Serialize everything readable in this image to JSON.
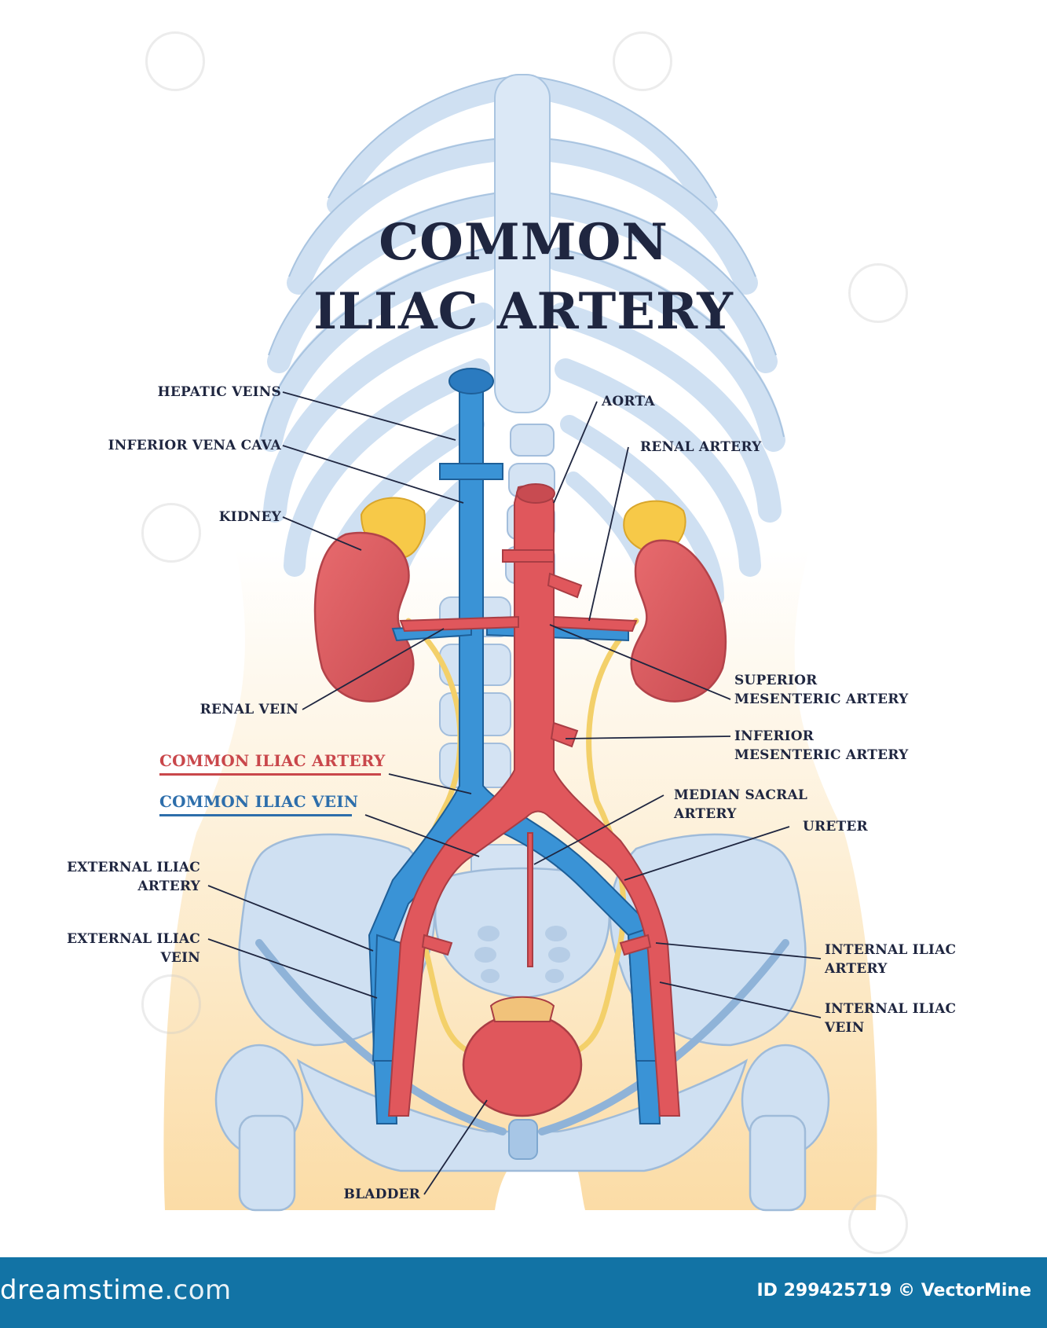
{
  "title": {
    "line1": "COMMON",
    "line2": "ILIAC ARTERY"
  },
  "labels": {
    "hepatic_veins": "HEPATIC VEINS",
    "inferior_vena_cava": "INFERIOR VENA CAVA",
    "kidney": "KIDNEY",
    "renal_vein": "RENAL VEIN",
    "common_iliac_artery": "COMMON ILIAC ARTERY",
    "common_iliac_vein": "COMMON ILIAC VEIN",
    "external_iliac_artery_1": "EXTERNAL ILIAC",
    "external_iliac_artery_2": "ARTERY",
    "external_iliac_vein_1": "EXTERNAL ILIAC",
    "external_iliac_vein_2": "VEIN",
    "bladder": "BLADDER",
    "aorta": "AORTA",
    "renal_artery": "RENAL ARTERY",
    "superior_mesenteric_1": "SUPERIOR",
    "superior_mesenteric_2": "MESENTERIC ARTERY",
    "inferior_mesenteric_1": "INFERIOR",
    "inferior_mesenteric_2": "MESENTERIC ARTERY",
    "median_sacral_1": "MEDIAN SACRAL",
    "median_sacral_2": "ARTERY",
    "ureter": "URETER",
    "internal_iliac_artery_1": "INTERNAL ILIAC",
    "internal_iliac_artery_2": "ARTERY",
    "internal_iliac_vein_1": "INTERNAL ILIAC",
    "internal_iliac_vein_2": "VEIN"
  },
  "footer": {
    "brand_prefix": "dreamstime",
    "brand_suffix": ".com",
    "image_id": "ID 299425719",
    "author": "© VectorMine"
  },
  "colors": {
    "artery": "#e0575c",
    "vein": "#3a93d6",
    "bone": "#d6e5f5",
    "skin": "#fbe0b0",
    "ureter": "#f7d36b",
    "footer": "#1273a5"
  }
}
